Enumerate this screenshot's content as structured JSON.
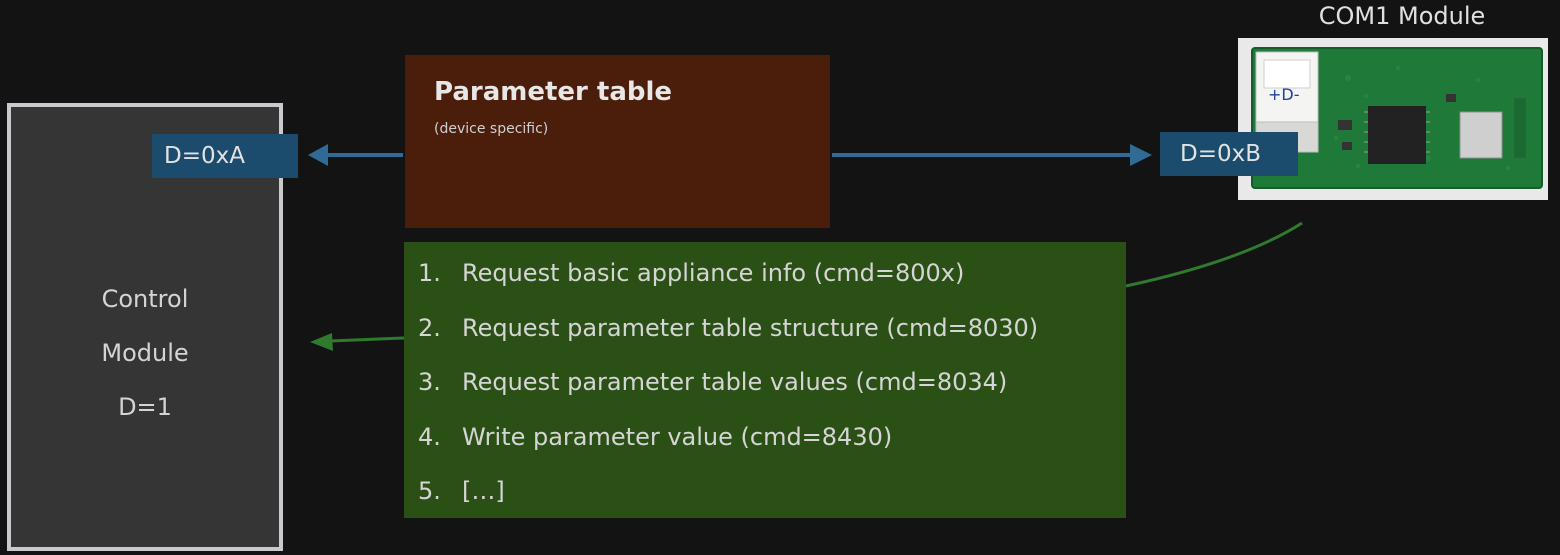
{
  "control_module": {
    "lines": [
      "Control",
      "Module",
      "D=1"
    ]
  },
  "addresses": {
    "left": "D=0xA",
    "right": "D=0xB"
  },
  "parameter_table": {
    "title": "Parameter table",
    "subtitle": "(device specific)"
  },
  "commands": [
    {
      "num": "1.",
      "text": "Request basic appliance info (cmd=800x)"
    },
    {
      "num": "2.",
      "text": "Request parameter table structure (cmd=8030)"
    },
    {
      "num": "3.",
      "text": "Request parameter table values (cmd=8034)"
    },
    {
      "num": "4.",
      "text": "Write parameter value (cmd=8430)"
    },
    {
      "num": "5.",
      "text": "[…]"
    }
  ],
  "com_module": {
    "label": "COM1 Module",
    "board_marking": "+D-"
  },
  "colors": {
    "background": "#131313",
    "control_module": "#353535",
    "address_tag": "#1b4b6d",
    "parameter_box": "#4a1e0b",
    "command_box": "#2b5016",
    "blue_arrow": "#2f6b94",
    "green_arrow": "#2f7a2f"
  }
}
